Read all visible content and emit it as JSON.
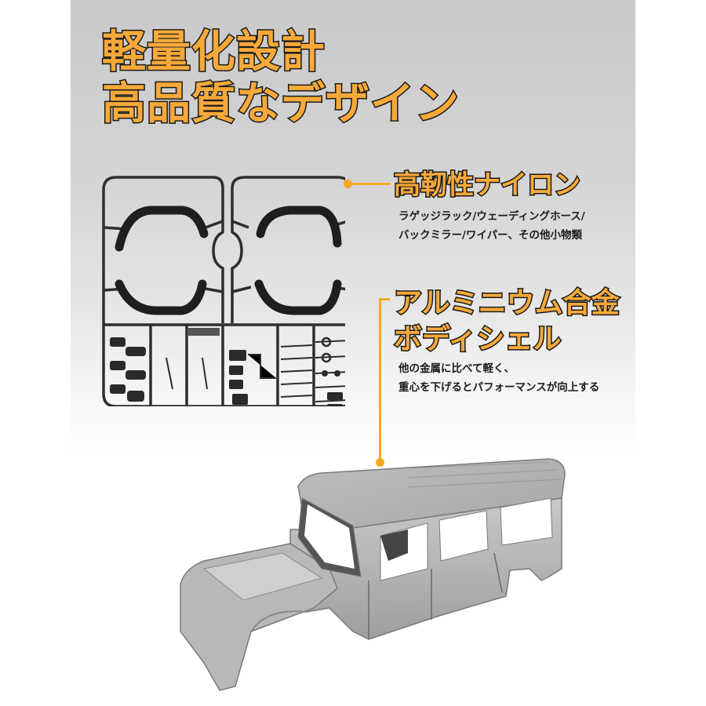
{
  "headline": {
    "line1": "軽量化設計",
    "line2": "高品質なデザイン"
  },
  "features": [
    {
      "title": "高靭性ナイロン",
      "desc_line1": "ラゲッジラック/ウェーディングホース/",
      "desc_line2": "バックミラー/ワイパー、その他小物類",
      "image": "nylon-parts-sprue"
    },
    {
      "title_line1": "アルミニウム合金",
      "title_line2": "ボディシェル",
      "desc_line1": "他の金属に比べて軽く、",
      "desc_line2": "重心を下げるとパフォーマンスが向上する",
      "image": "aluminum-body-shell"
    }
  ],
  "colors": {
    "accent": "#f7a93a",
    "connector": "#f5a623",
    "outline": "#1b1b1b",
    "text": "#1a1a1a",
    "bg_top": "#c9c9ca",
    "bg_bottom": "#ffffff"
  }
}
